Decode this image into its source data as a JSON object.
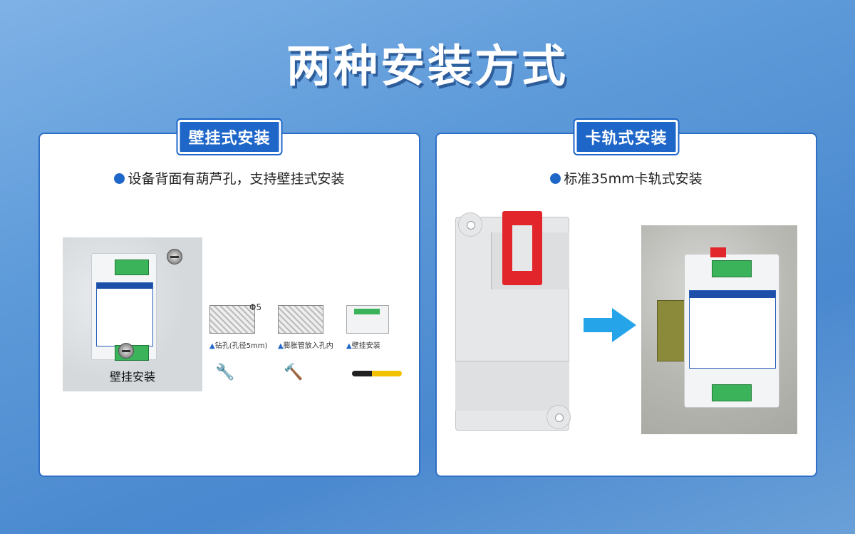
{
  "page": {
    "title": "两种安装方式"
  },
  "wall": {
    "tag": "壁挂式安装",
    "bullet": "设备背面有葫芦孔，支持壁挂式安装",
    "caption": "壁挂安装",
    "phi": "Φ5",
    "steps": [
      {
        "label": "钻孔(孔径5mm)",
        "tool": "drill-icon"
      },
      {
        "label": "膨胀管放入孔内",
        "tool": "hammer-icon"
      },
      {
        "label": "壁挂安装",
        "tool": "screwdriver-icon"
      }
    ]
  },
  "rail": {
    "tag": "卡轨式安装",
    "bullet": "标准35mm卡轨式安装"
  },
  "colors": {
    "accent": "#1e67c9",
    "arrow": "#25a4e9",
    "clip": "#e2242b",
    "terminal": "#3bb35a"
  }
}
